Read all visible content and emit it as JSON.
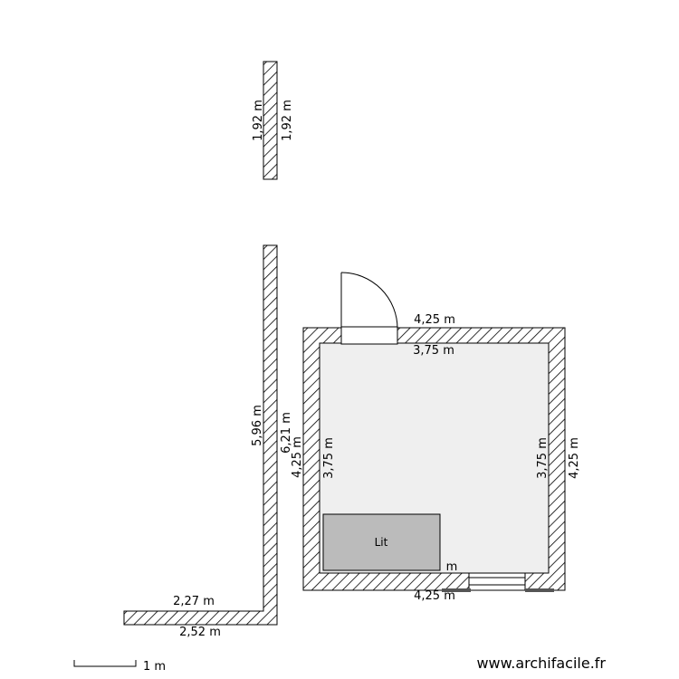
{
  "plan": {
    "dimensions": {
      "top_wall_outer": "4,25 m",
      "room_inner_width": "3,75 m",
      "room_inner_height_left": "3,75 m",
      "room_outer_height_left": "4,25 m",
      "room_inner_height_right": "3,75 m",
      "room_outer_height_right": "4,25 m",
      "bottom_wall_outer": "4,25 m",
      "bottom_inner_partial": "m",
      "small_wall_left": "1,92 m",
      "small_wall_right": "1,92 m",
      "long_wall_left": "5,96 m",
      "long_wall_right": "6,21 m",
      "foot_wall_top": "2,27 m",
      "foot_wall_bottom": "2,52 m"
    },
    "furniture": {
      "bed_label": "Lit"
    },
    "scale": {
      "label": "1 m"
    },
    "watermark": "www.archifacile.fr",
    "colors": {
      "room_floor": "#efefef",
      "bed_fill": "#bbbbbb",
      "wall_outline": "#000000"
    }
  }
}
